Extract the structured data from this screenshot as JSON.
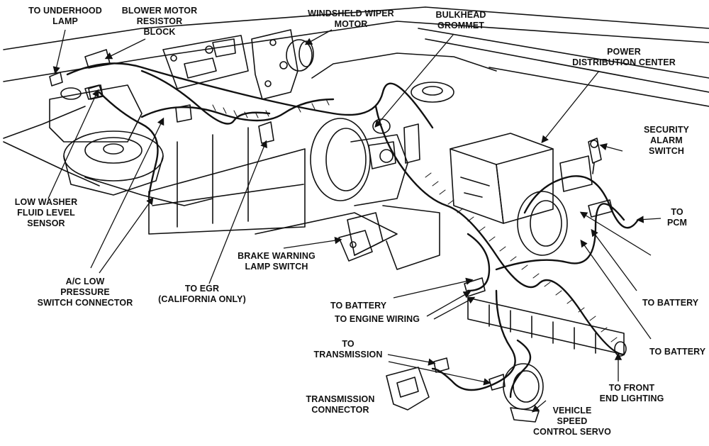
{
  "colors": {
    "ink": "#111111",
    "paper": "#ffffff"
  },
  "labels": {
    "underhood_lamp": [
      "TO UNDERHOOD",
      "LAMP"
    ],
    "blower_motor": [
      "BLOWER MOTOR",
      "RESISTOR",
      "BLOCK"
    ],
    "wiper_motor": [
      "WINDSHELD WIPER",
      "MOTOR"
    ],
    "bulkhead": [
      "BULKHEAD",
      "GROMMET"
    ],
    "pdc": [
      "POWER",
      "DISTRIBUTION CENTER"
    ],
    "security": [
      "SECURITY",
      "ALARM",
      "SWITCH"
    ],
    "to_pcm": [
      "TO",
      "PCM"
    ],
    "washer": [
      "LOW WASHER",
      "FLUID LEVEL",
      "SENSOR"
    ],
    "ac_switch": [
      "A/C LOW",
      "PRESSURE",
      "SWITCH CONNECTOR"
    ],
    "egr": [
      "TO EGR",
      "(CALIFORNIA ONLY)"
    ],
    "brake": [
      "BRAKE WARNING",
      "LAMP SWITCH"
    ],
    "battery_mid": [
      "TO BATTERY"
    ],
    "engine_wiring": [
      "TO ENGINE WIRING"
    ],
    "battery_right1": [
      "TO BATTERY"
    ],
    "battery_right2": [
      "TO BATTERY"
    ],
    "transmission": [
      "TO",
      "TRANSMISSION"
    ],
    "trans_connector": [
      "TRANSMISSION",
      "CONNECTOR"
    ],
    "front_lighting": [
      "TO FRONT",
      "END LIGHTING"
    ],
    "speed_servo": [
      "VEHICLE",
      "SPEED",
      "CONTROL SERVO"
    ]
  }
}
